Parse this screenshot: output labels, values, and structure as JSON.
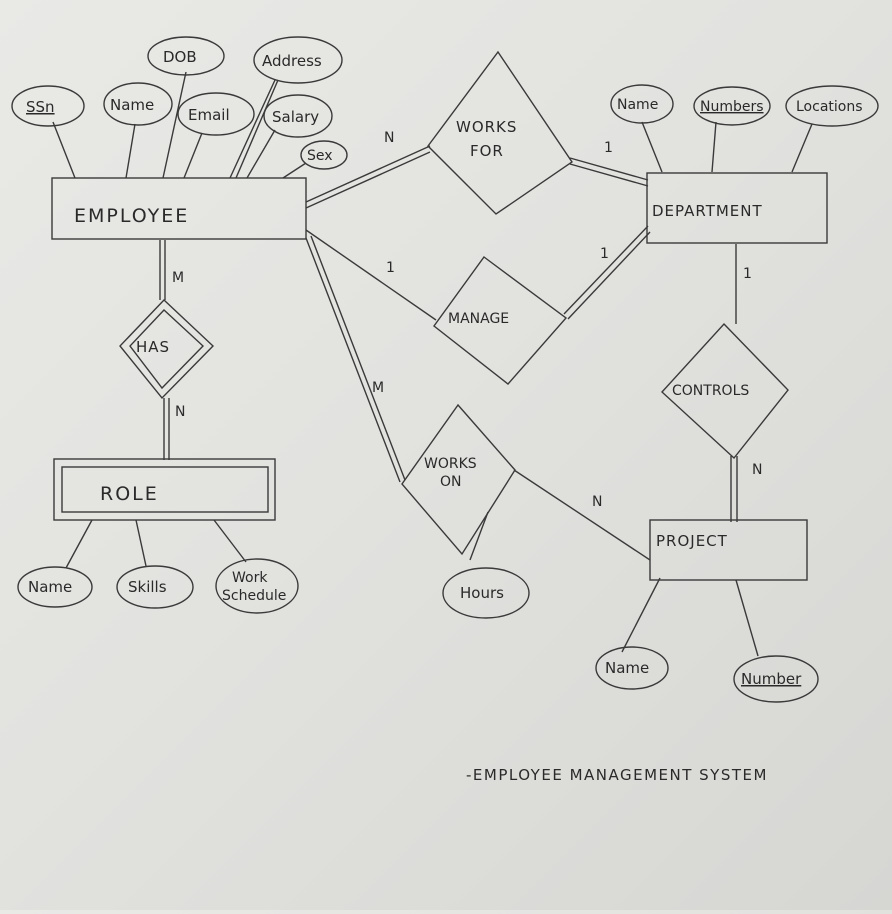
{
  "entities": {
    "employee": "EMPLOYEE",
    "department": "DEPARTMENT",
    "role": "ROLE",
    "project": "PROJECT"
  },
  "relationships": {
    "works_for": [
      "WORKS",
      "FOR"
    ],
    "manage": "MANAGE",
    "has": "HAS",
    "works_on": [
      "WORKS",
      "ON"
    ],
    "controls": "CONTROLS"
  },
  "attributes": {
    "employee": {
      "ssn": "SSn",
      "name": "Name",
      "dob": "DOB",
      "email": "Email",
      "address": "Address",
      "salary": "Salary",
      "sex": "Sex"
    },
    "department": {
      "name": "Name",
      "numbers": "Numbers",
      "locations": "Locations"
    },
    "role": {
      "name": "Name",
      "skills": "Skills",
      "schedule": [
        "Work",
        "Schedule"
      ]
    },
    "works_on": {
      "hours": "Hours"
    },
    "project": {
      "name": "Name",
      "number": "Number"
    }
  },
  "cardinalities": {
    "works_for_employee": "N",
    "works_for_department": "1",
    "manage_employee": "1",
    "manage_department": "1",
    "has_employee": "M",
    "has_role": "N",
    "works_on_employee": "M",
    "works_on_project": "N",
    "controls_department": "1",
    "controls_project": "N"
  },
  "caption": "-EMPLOYEE MANAGEMENT SYSTEM"
}
